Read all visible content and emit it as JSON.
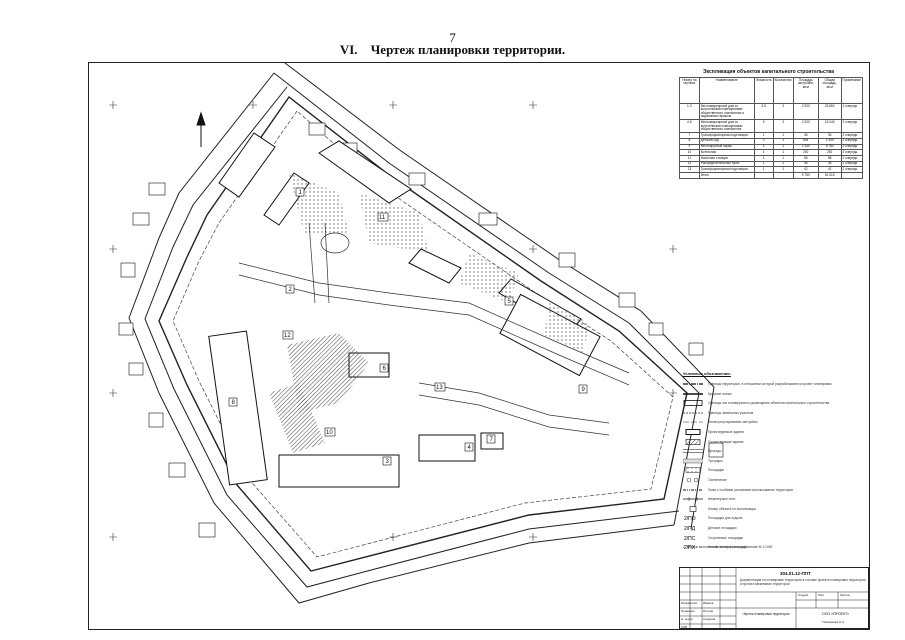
{
  "page": {
    "number": "7",
    "section": "VI.",
    "title": "Чертеж планировки территории."
  },
  "table": {
    "title": "Экспликация объектов капитального строительства",
    "headers": [
      "Номер на чертеже",
      "Наименование",
      "Этажность",
      "Количество",
      "Площадь застройки, кв.м",
      "Общая площадь, кв.м",
      "Примечание"
    ],
    "rows": [
      [
        "1-3",
        "Многоквартирный дом со встроенными помещениями общественного назначения и подземным гаражом",
        "3-5",
        "3",
        "2 920",
        "25 860",
        "1 очередь"
      ],
      [
        "4-6",
        "Многоквартирный дом со встроенными помещениями общественного назначения",
        "5",
        "3",
        "3 200",
        "15 040",
        "2 очередь"
      ],
      [
        "7",
        "Трансформаторная подстанция",
        "1",
        "1",
        "36",
        "36",
        "2 очередь"
      ],
      [
        "8",
        "Детский сад",
        "2",
        "1",
        "854",
        "1 499",
        "2 очередь"
      ],
      [
        "9",
        "Многоярусный гараж",
        "4",
        "1",
        "2 340",
        "8 780",
        "2 очередь"
      ],
      [
        "10",
        "Котельная",
        "1",
        "1",
        "252",
        "252",
        "2 очередь"
      ],
      [
        "11",
        "Насосная станция",
        "1",
        "1",
        "58",
        "58",
        "2 очередь"
      ],
      [
        "12",
        "Распределительный пункт",
        "1",
        "1",
        "48",
        "48",
        "2 очередь"
      ],
      [
        "13",
        "Трансформаторная подстанция",
        "1",
        "1",
        "42",
        "42",
        "2 очередь"
      ],
      [
        "",
        "Итого",
        "",
        "",
        "9 750",
        "51 615",
        ""
      ]
    ]
  },
  "legend": {
    "title": "Условные обозначения:",
    "items": [
      "Границы территории, в отношении которой разрабатывается проект планировки",
      "Красные линии",
      "Границы зон планируемого размещения объектов капитального строительства",
      "Границы земельных участков",
      "Линии регулирования застройки",
      "Проектируемые здания",
      "Существующие здания",
      "Проезды",
      "Тротуары",
      "Площадки",
      "Озеленение",
      "Зоны с особыми условиями использования территории",
      "Инженерные сети",
      "Номер объекта по экспликации",
      "Площадки для отдыха",
      "Детские площадки",
      "Спортивные площадки",
      "Хозяйственные площадки"
    ]
  },
  "note": "1. Чертеж выполнен на топографической основе М 1:1000",
  "stamp": {
    "code": "304.01.12-ППТ",
    "description": "Документация по планировке территории в составе проекта планировки территории и проекта межевания территории",
    "stage": "Стадия",
    "sheet": "Лист",
    "sheets": "Листов",
    "sheet_title": "Чертеж планировки территории",
    "organization": "ООО «ПРОЕКТ»",
    "roles": [
      "Разработал",
      "Проверил",
      "Н. контр.",
      "ГИП"
    ],
    "names": [
      "Иванов",
      "Петров",
      "Сидоров",
      "Тимофеева С.А."
    ]
  },
  "plan_labels": [
    "1",
    "2",
    "3",
    "4",
    "5",
    "6",
    "7",
    "8",
    "9",
    "10",
    "11",
    "12",
    "13"
  ],
  "colors": {
    "line": "#222222",
    "hatch": "#444444",
    "paper": "#ffffff"
  }
}
